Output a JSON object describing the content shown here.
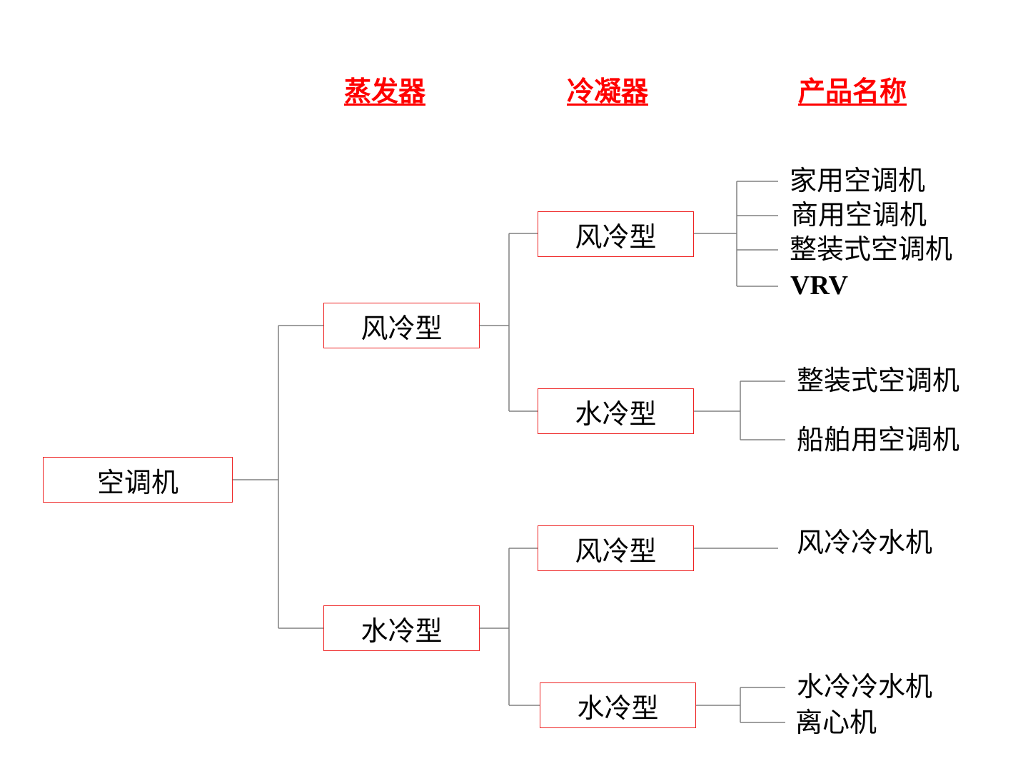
{
  "headers": {
    "evaporator": "蒸发器",
    "condenser": "冷凝器",
    "product_name": "产品名称"
  },
  "nodes": {
    "root": "空调机",
    "evap_air": "风冷型",
    "evap_water": "水冷型",
    "cond_air_air": "风冷型",
    "cond_air_water": "水冷型",
    "cond_water_air": "风冷型",
    "cond_water_water": "水冷型"
  },
  "products": {
    "air_air": [
      "家用空调机",
      "商用空调机",
      "整装式空调机",
      "VRV"
    ],
    "air_water": [
      "整装式空调机",
      "船舶用空调机"
    ],
    "water_air": [
      "风冷冷水机"
    ],
    "water_water": [
      "水冷冷水机",
      "离心机"
    ]
  },
  "colors": {
    "header_text": "#ff0000",
    "node_border": "#ee2222",
    "connector_line": "#808080",
    "text": "#000000"
  }
}
